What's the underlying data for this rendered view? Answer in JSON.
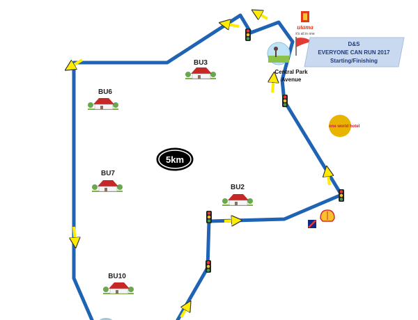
{
  "distance_badge": "5km",
  "banner": {
    "line1": "D&S",
    "line2": "EVERYONE CAN RUN 2017",
    "line3": "Starting/Finishing"
  },
  "central_park": {
    "line1": "Central Park",
    "line2": "Avenue"
  },
  "brand_logo": {
    "text": "utama",
    "tagline": "it's all in one"
  },
  "hotel_logo": {
    "text": "one world hotel"
  },
  "blocks": {
    "bu3": "BU3",
    "bu6": "BU6",
    "bu7": "BU7",
    "bu2": "BU2",
    "bu10": "BU10"
  },
  "colors": {
    "route": "#1f63b5",
    "arrow": "#ffec00",
    "banner_bg": "#c9daf0",
    "banner_text": "#1f3a7a",
    "hotel": "#e8b400",
    "utama": "#e23a1a"
  }
}
